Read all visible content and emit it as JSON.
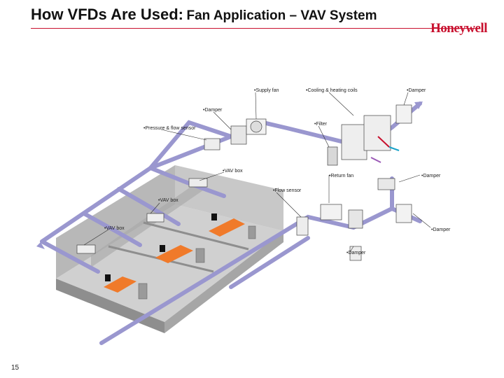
{
  "title": {
    "main": "How VFDs Are Used:",
    "sub": "Fan Application – VAV System"
  },
  "brand": "Honeywell",
  "page_number": "15",
  "labels": {
    "supply_fan": "•Supply fan",
    "cooling_heating_coils": "•Cooling & heating coils",
    "damper_top_right": "•Damper",
    "damper_upper": "•Damper",
    "filter": "•Filter",
    "pressure_flow_sensor": "•Pressure & flow sensor",
    "vav_box_1": "•VAV box",
    "return_fan": "•Return fan",
    "damper_right": "•Damper",
    "flow_sensor": "•Flow sensor",
    "vav_box_2": "•VAV box",
    "vav_box_3": "•VAV box",
    "damper_lower_right": "•Damper",
    "damper_bottom": "•Damper"
  },
  "colors": {
    "duct": "#9a97cf",
    "desk": "#f07a2a",
    "floor": "#8e8e8e",
    "wall": "#b8b8b8",
    "accent": "#c8102e"
  }
}
